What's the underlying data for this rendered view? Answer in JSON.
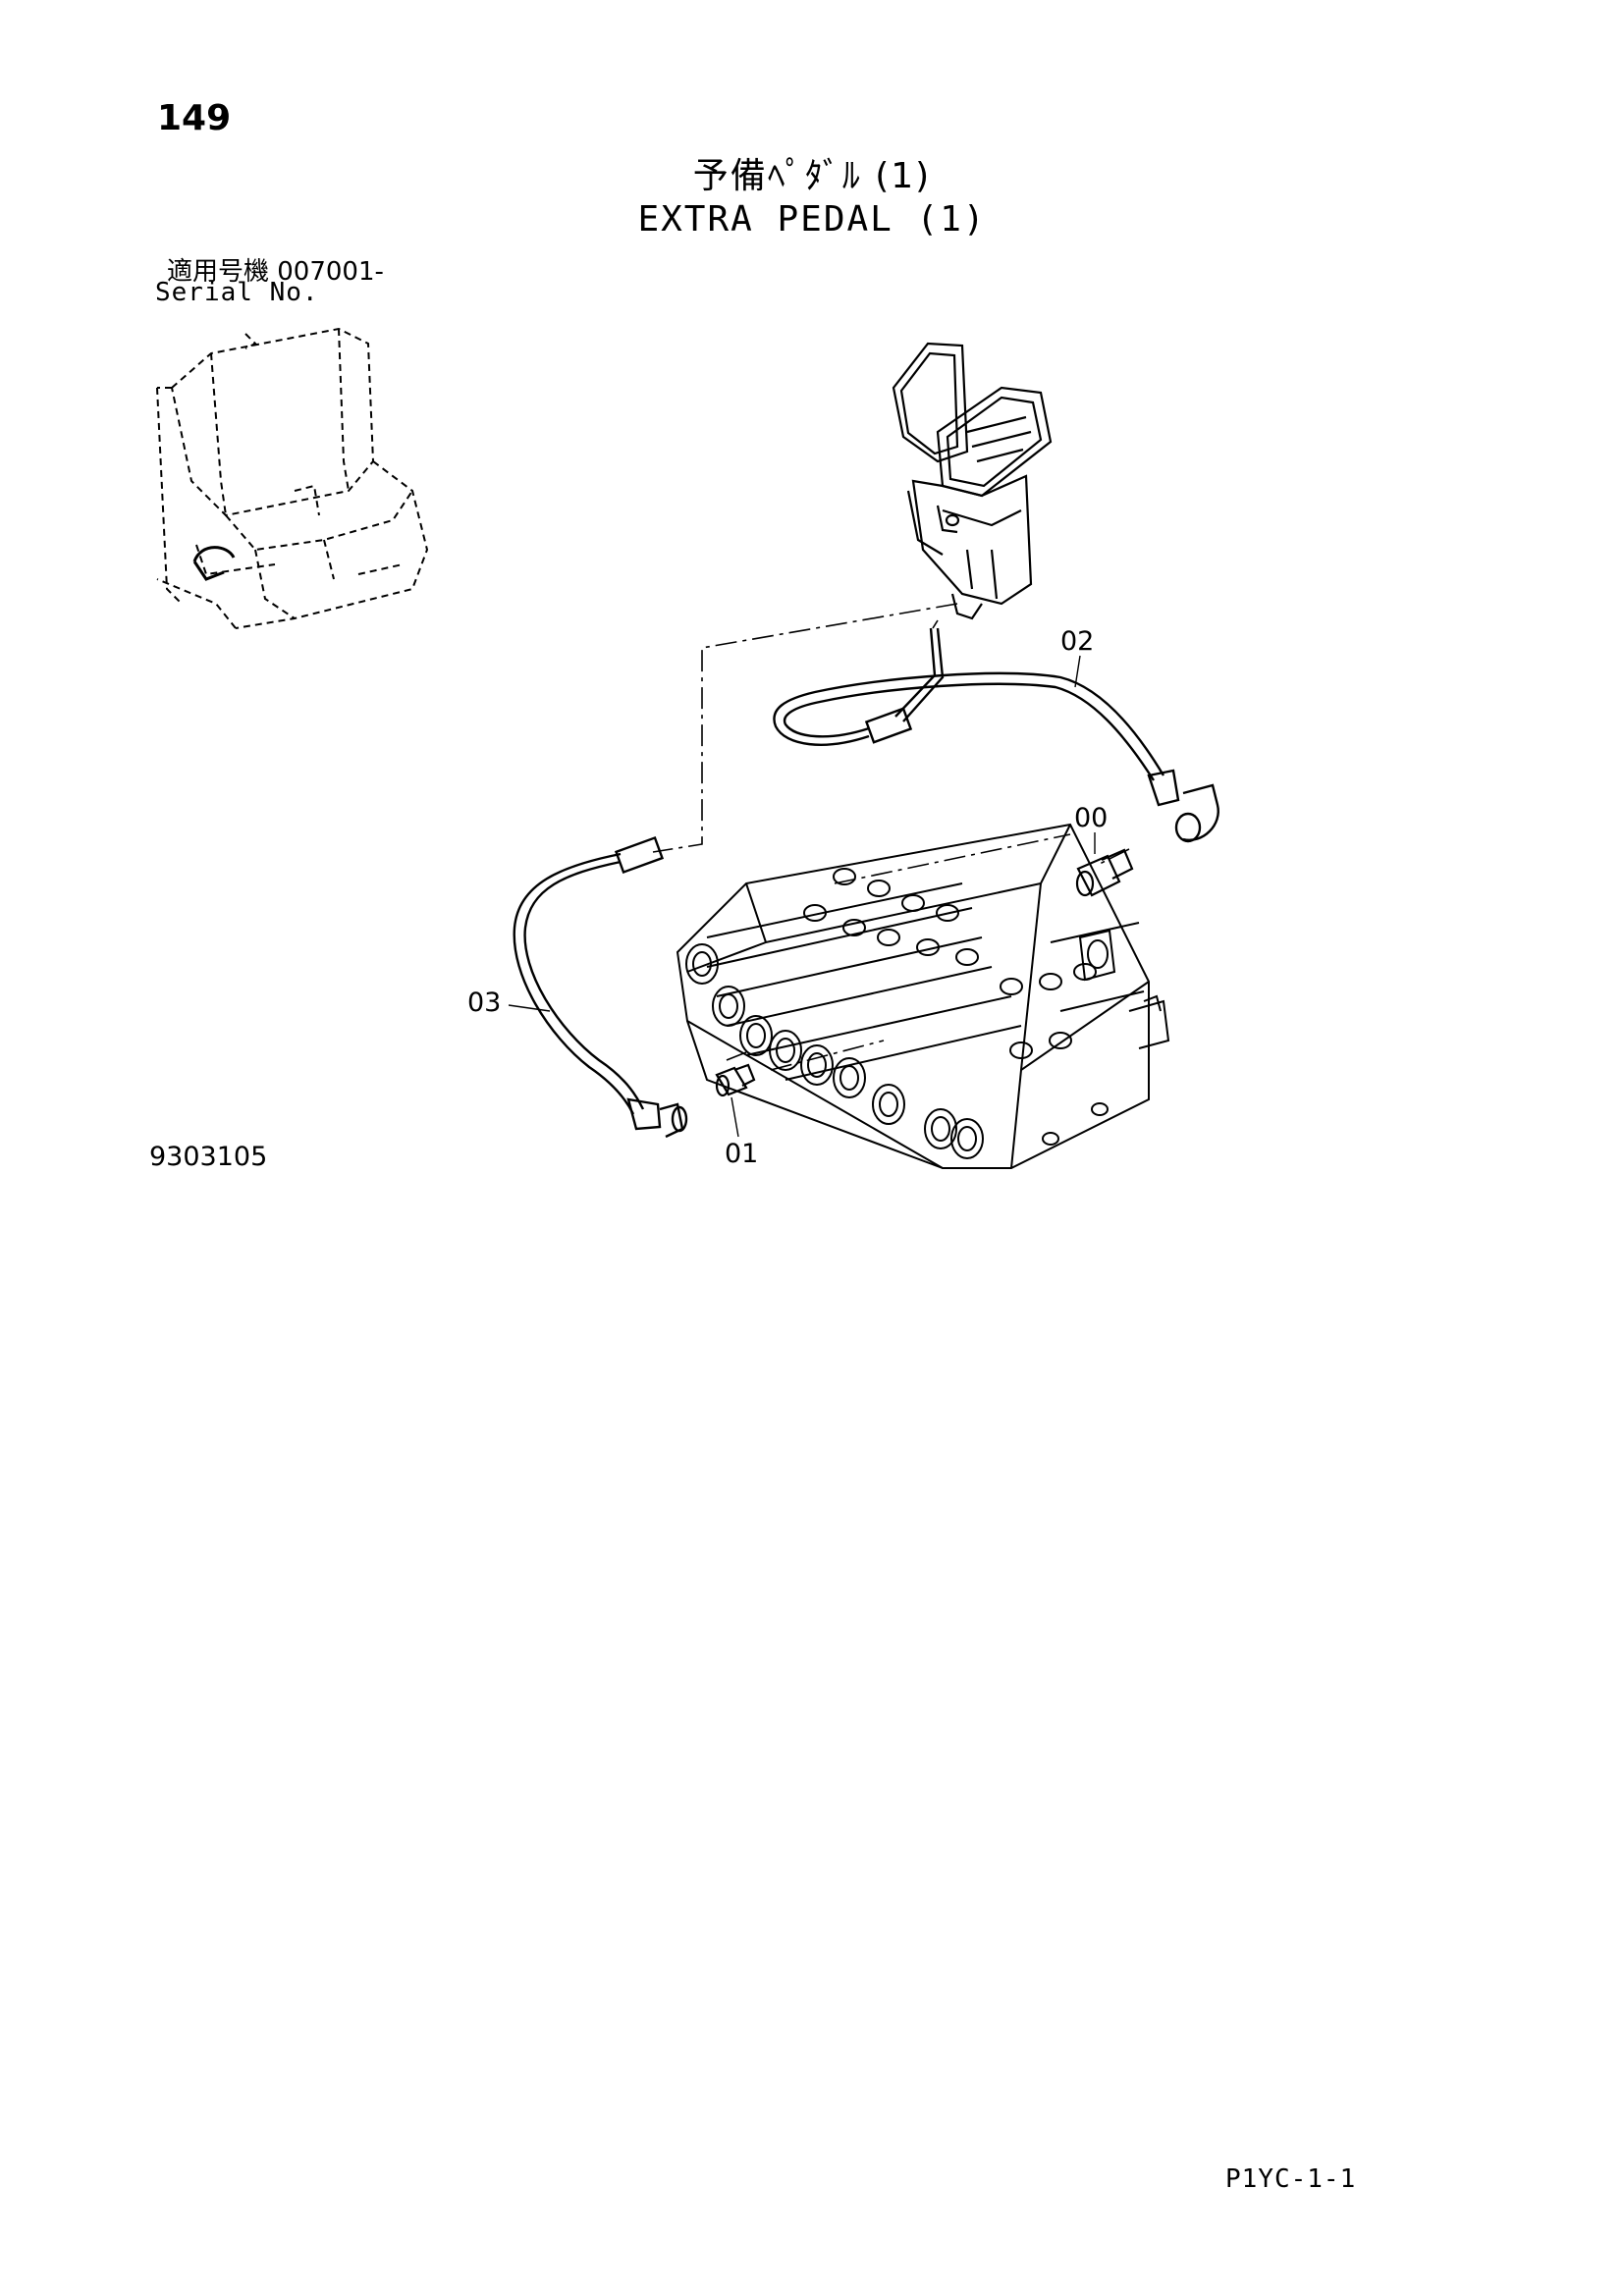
{
  "header": {
    "page_number": "149",
    "title_jp": "予備ﾍﾟﾀﾞﾙ (1)",
    "title_en": "EXTRA PEDAL (1)",
    "serial_label_jp": "適用号機  007001-",
    "serial_label_en": "Serial No."
  },
  "diagram": {
    "figure_number": "9303105",
    "callouts": {
      "c00": "00",
      "c01": "01",
      "c02": "02",
      "c03": "03"
    },
    "parts": [
      "cab-location-icon",
      "extra-pedal-icon",
      "hose-02",
      "hose-03",
      "adapter-00",
      "adapter-01",
      "control-valve-icon"
    ]
  },
  "footer": {
    "page_code": "P1YC-1-1"
  }
}
